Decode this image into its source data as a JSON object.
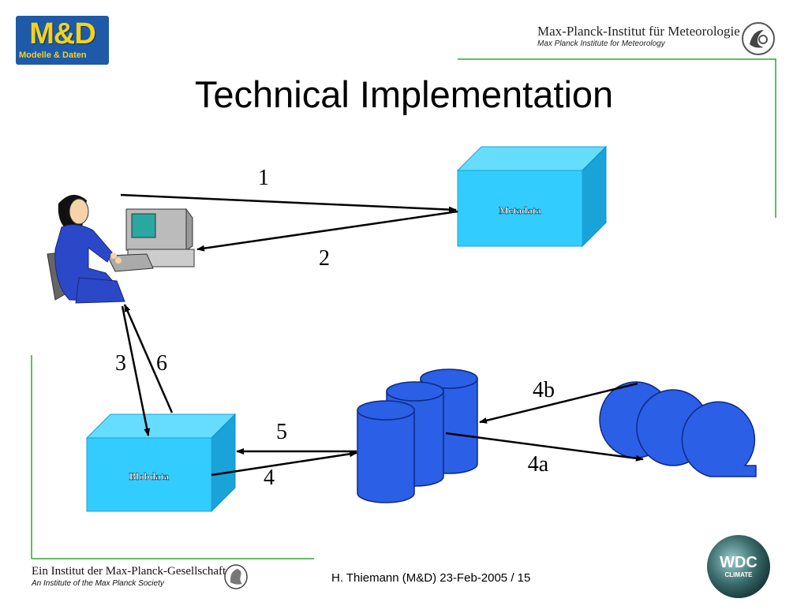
{
  "header": {
    "logo_text": "M&D",
    "logo_subtext": "Modelle & Daten",
    "institute_name": "Max-Planck-Institut für Meteorologie",
    "institute_name_en": "Max Planck Institute for Meteorology"
  },
  "title": "Technical Implementation",
  "diagram": {
    "metadata_label": "Metadata",
    "blobdata_label": "Blobdata",
    "arrow_labels": {
      "a1": "1",
      "a2": "2",
      "a3": "3",
      "a4": "4",
      "a4a": "4a",
      "a4b": "4b",
      "a5": "5",
      "a6": "6"
    }
  },
  "footer": {
    "society_de": "Ein Institut der Max-Planck-Gesellschaft",
    "society_en": "An Institute of the Max Planck Society",
    "author_date_page": "H. Thiemann (M&D)   23-Feb-2005 / 15",
    "wdc_logo_text": "WDC",
    "wdc_logo_subtext": "CLIMATE"
  },
  "colors": {
    "accent_green": "#2ea82e",
    "cube_face": "#33ccff",
    "cube_top": "#66ddff",
    "cube_side": "#1aa3d9",
    "disk_blue": "#2a5fe6"
  }
}
